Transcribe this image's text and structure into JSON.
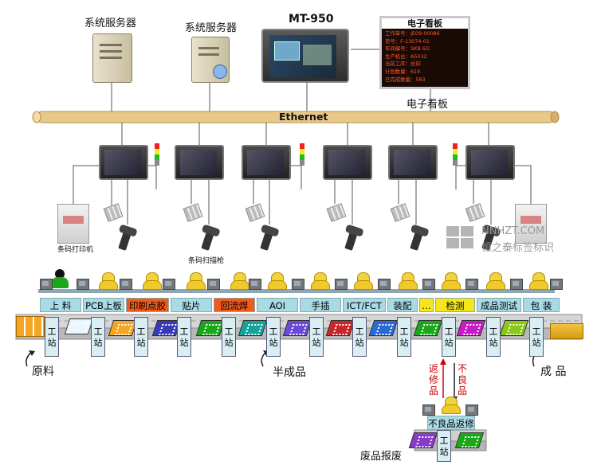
{
  "servers": [
    {
      "label": "系统服务器"
    },
    {
      "label": "系统服务器"
    }
  ],
  "hmi_device": {
    "label": "MT-950"
  },
  "board_panel": {
    "title": "电子看板",
    "lines": [
      "工作单号：JE09-00086",
      "货号：F-13074-01",
      "车间编号：SKB-SG",
      "生产机台：A5032",
      "当前工序：丝印",
      "计划数量：619",
      "已完成数量：583"
    ],
    "caption": "电子看板"
  },
  "network": {
    "label": "Ethernet"
  },
  "devices": {
    "printer_label": "条码打印机",
    "scanner_label": "条码扫描枪"
  },
  "watermark": {
    "line1": "NNHZT.COM",
    "line2": "恒之泰标签标识"
  },
  "stages": [
    {
      "label": "上 料",
      "color": "#a8dbe6"
    },
    {
      "label": "PCB上板",
      "color": "#a8dbe6"
    },
    {
      "label": "印刷点胶",
      "color": "#f05a1a"
    },
    {
      "label": "贴片",
      "color": "#a8dbe6"
    },
    {
      "label": "回流焊",
      "color": "#f05a1a"
    },
    {
      "label": "AOI",
      "color": "#a8dbe6"
    },
    {
      "label": "手插",
      "color": "#a8dbe6"
    },
    {
      "label": "ICT/FCT",
      "color": "#a8dbe6"
    },
    {
      "label": "装配",
      "color": "#a8dbe6"
    },
    {
      "label": "…",
      "color": "#f5e51a"
    },
    {
      "label": "检测",
      "color": "#f5e51a"
    },
    {
      "label": "成品测试",
      "color": "#a8dbe6"
    },
    {
      "label": "包 装",
      "color": "#a8dbe6"
    }
  ],
  "station_label": "工站",
  "flow_labels": {
    "raw": "原料",
    "semi": "半成品",
    "finished": "成 品",
    "repair": "返修品",
    "defect": "不良品",
    "repair_station": "不良品返修",
    "scrap": "废品报废"
  },
  "colors": {
    "ethernet_bar": "#e9c98a",
    "conveyor": "#cfcfcf",
    "highlight_orange": "#f05a1a",
    "highlight_yellow": "#f5e51a",
    "stage_blue": "#a8dbe6",
    "panel_bg": "#1a0a06",
    "panel_text": "#ff5a2a"
  }
}
